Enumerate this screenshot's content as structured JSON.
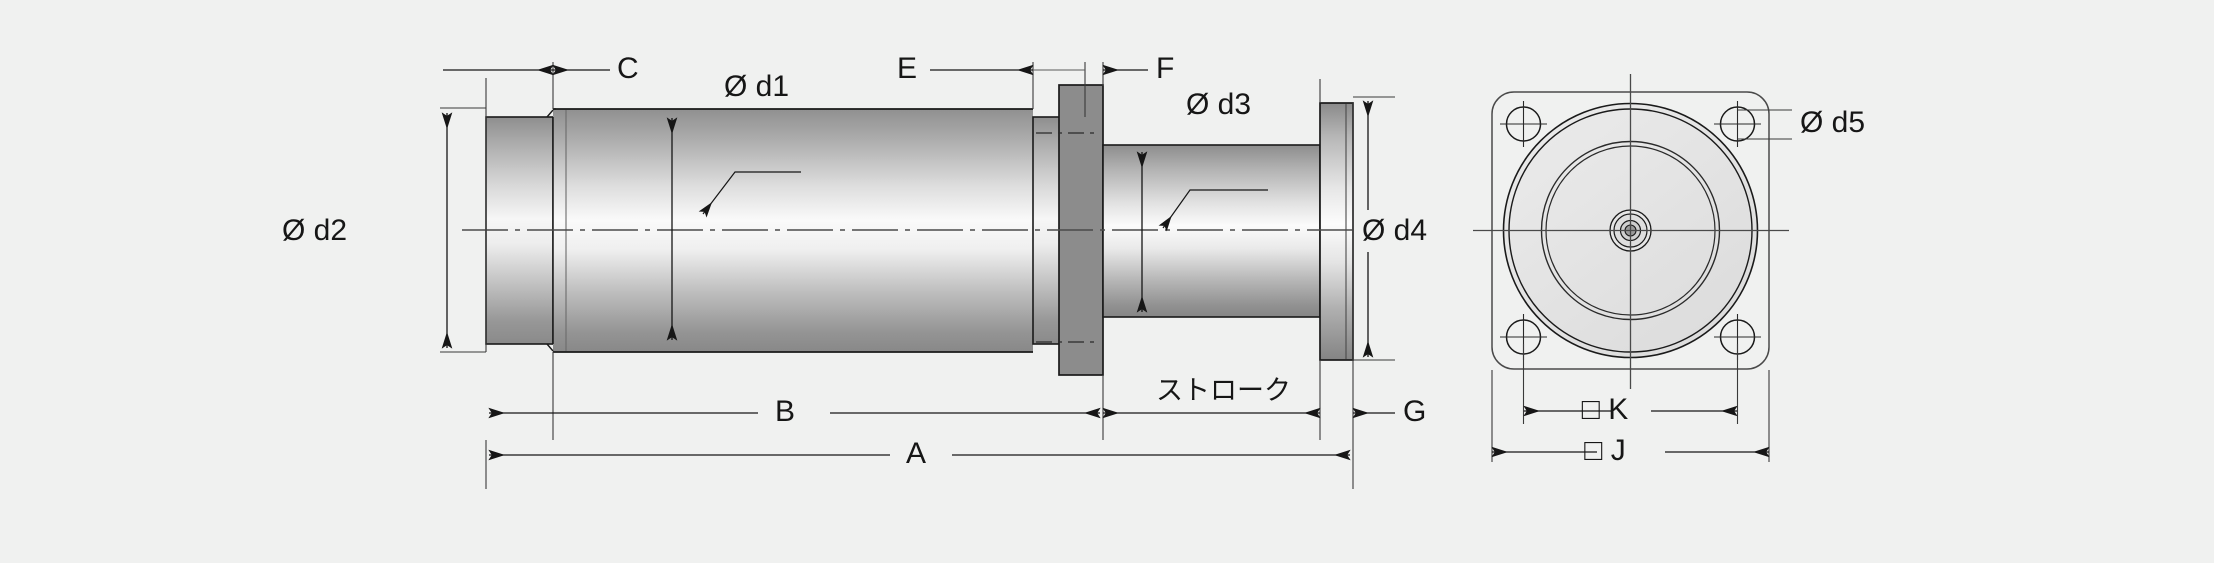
{
  "drawing": {
    "title": "Cylinder assembly dimensioned drawing",
    "background_color": "#f0f1f0",
    "line_color": "#1a1a1a",
    "views": {
      "side": {
        "name": "side-section-view"
      },
      "end": {
        "name": "end-face-view"
      }
    }
  },
  "labels": {
    "c": "C",
    "d1": "Ø d1",
    "e": "E",
    "f": "F",
    "d3": "Ø d3",
    "d2": "Ø d2",
    "d4": "Ø d4",
    "stroke": "ストローク",
    "g": "G",
    "b": "B",
    "a": "A",
    "d5": "Ø d5",
    "k": "□ K",
    "j": "□ J"
  },
  "colors": {
    "background": "#f0f1f0",
    "outline": "#1a1a1a",
    "thin_line": "#3a3a3a",
    "center_line": "#4a4a4a",
    "metal_light": "#ffffff",
    "metal_mid": "#cfcfcf",
    "metal_dark": "#7e7e7e",
    "plate_fill": "#8b8b8b",
    "face_fill": "#e2e2e2"
  }
}
